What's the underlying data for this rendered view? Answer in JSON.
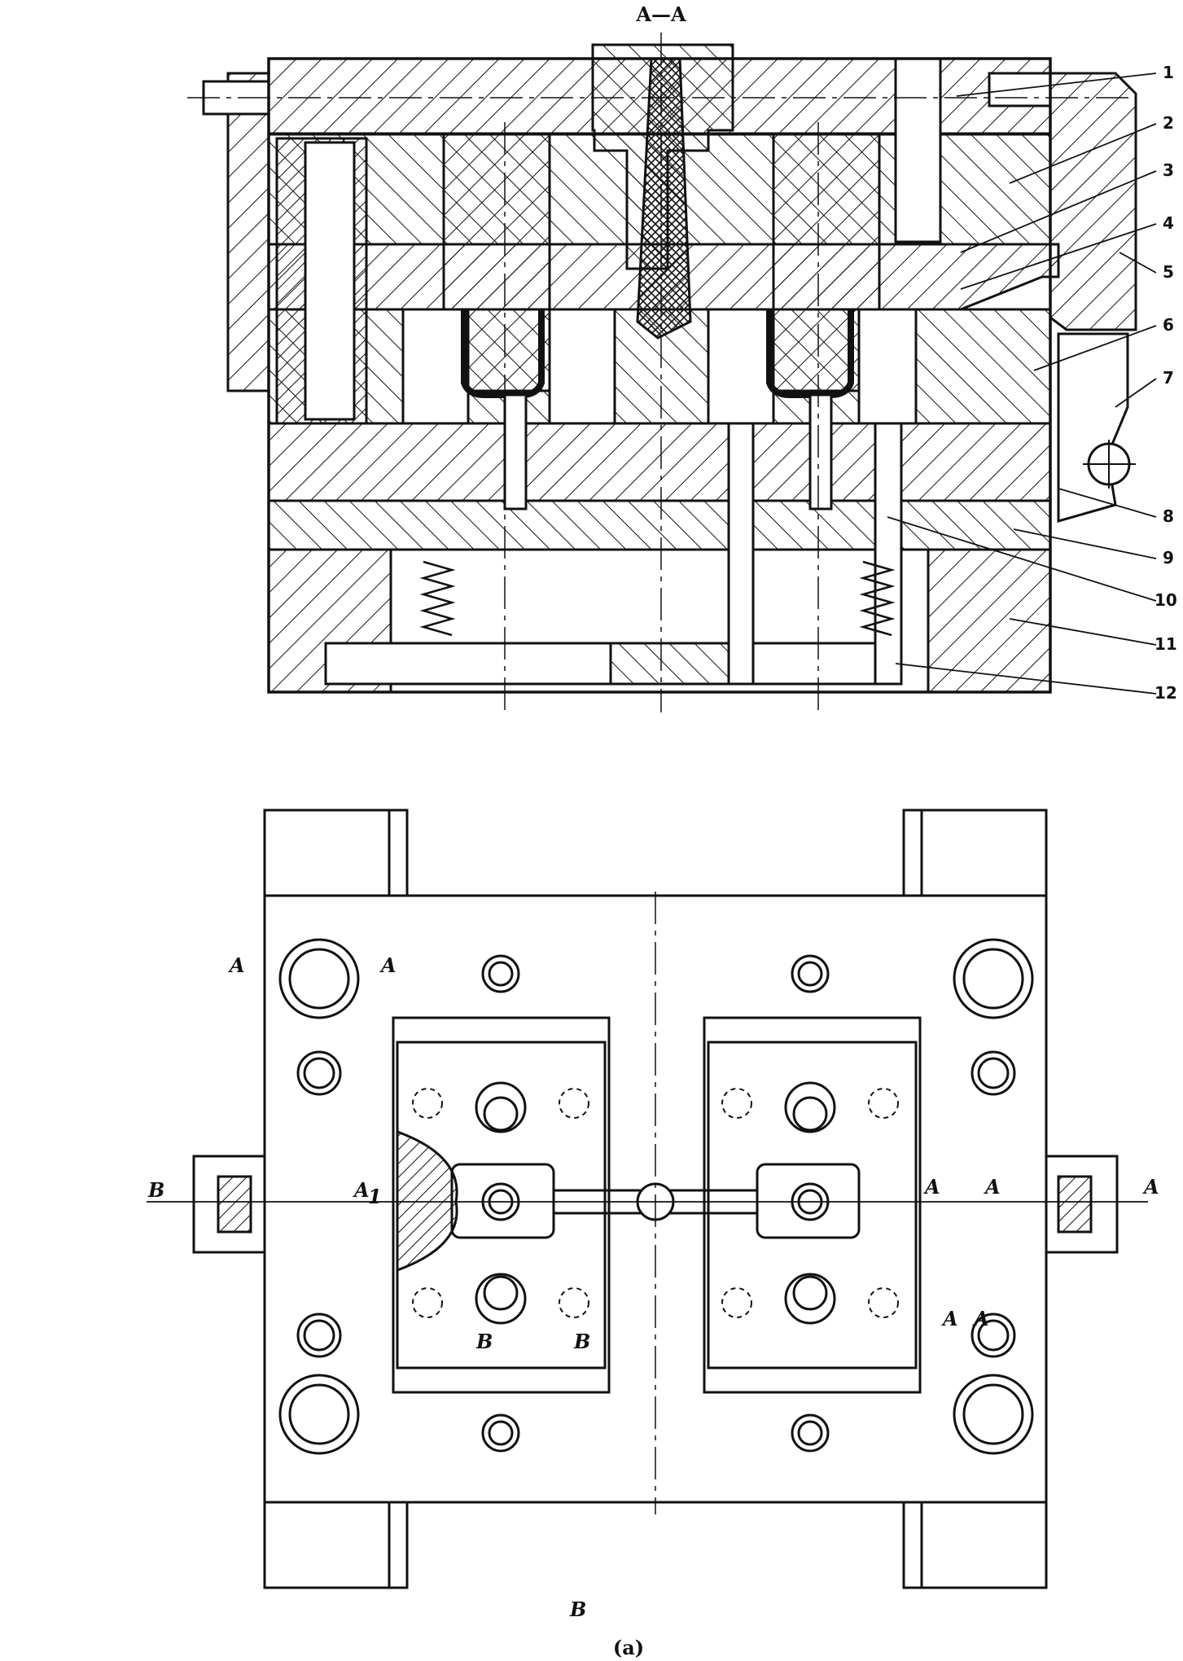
{
  "figure": {
    "section_title": "A—A",
    "caption": "(a)",
    "part_numbers": [
      "1",
      "2",
      "3",
      "4",
      "5",
      "6",
      "7",
      "8",
      "9",
      "10",
      "11",
      "12"
    ],
    "plan_labels": {
      "a_left_1": "A",
      "a_left_2": "A",
      "b_left": "B",
      "a1": "A",
      "a1_sub": "1",
      "b_right_upper_1": "A",
      "b_right_upper_2": "A",
      "a_right": "A",
      "aa_1": "A",
      "aa_2": "A",
      "bb_1": "B",
      "bb_2": "B",
      "b_bottom": "B"
    },
    "colors": {
      "ink": "#111111",
      "paper": "#ffffff"
    }
  }
}
